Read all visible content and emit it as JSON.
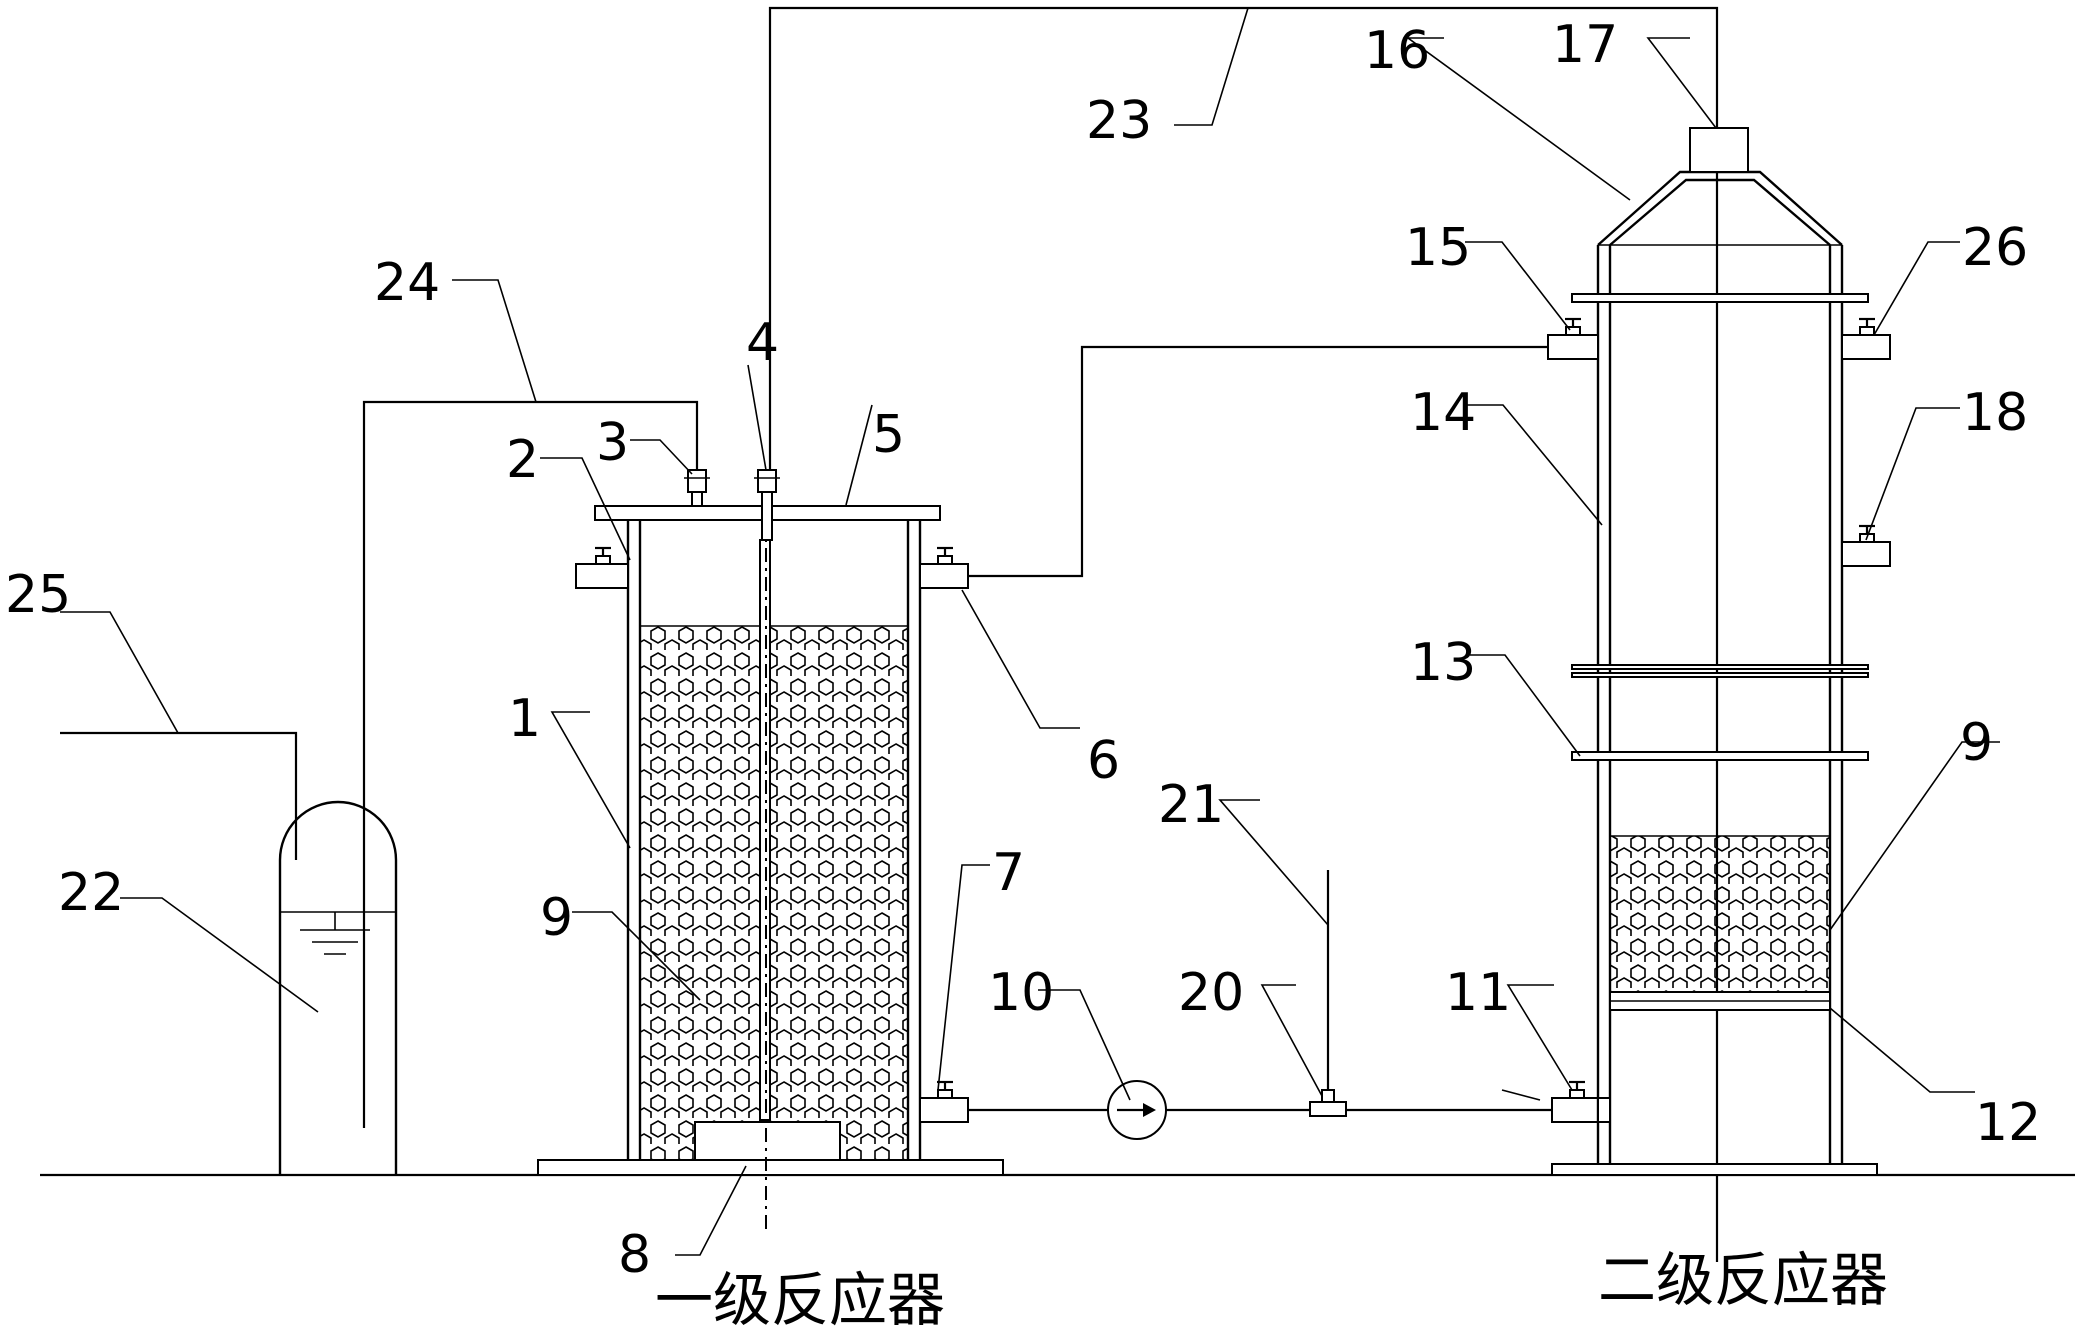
{
  "labels": {
    "n1": "1",
    "n2": "2",
    "n3": "3",
    "n4": "4",
    "n5": "5",
    "n6": "6",
    "n7": "7",
    "n8": "8",
    "n9a": "9",
    "n9b": "9",
    "n10": "10",
    "n11": "11",
    "n12": "12",
    "n13": "13",
    "n14": "14",
    "n15": "15",
    "n16": "16",
    "n17": "17",
    "n18": "18",
    "n20": "20",
    "n21": "21",
    "n22": "22",
    "n23": "23",
    "n24": "24",
    "n25": "25",
    "n26": "26"
  },
  "captions": {
    "primary_reactor": "一级反应器",
    "secondary_reactor": "二级反应器"
  },
  "colors": {
    "ink": "#000000",
    "background": "#ffffff"
  }
}
